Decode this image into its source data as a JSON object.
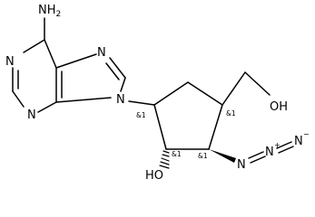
{
  "atoms": {
    "amine": "NH",
    "amine_sub": "2",
    "n1": "N",
    "n3": "N",
    "n7": "N",
    "n9": "N",
    "hydroxymethyl_oh": "OH",
    "ring_oh": "HO",
    "azide_n_inner": "N",
    "azide_n_mid": "N",
    "azide_n_mid_charge": "+",
    "azide_n_outer": "N",
    "azide_n_outer_charge": "−"
  },
  "stereo_labels": {
    "c1": "&1",
    "c2": "&1",
    "c3": "&1",
    "c4": "&1"
  }
}
